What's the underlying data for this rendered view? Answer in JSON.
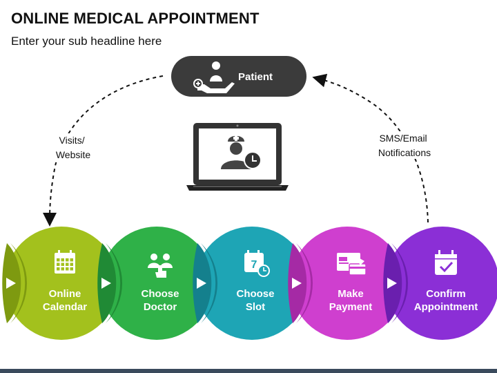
{
  "title": "ONLINE MEDICAL APPOINTMENT",
  "subtitle": "Enter your sub headline here",
  "patient_label": "Patient",
  "left_arrow_label": [
    "Visits/",
    "Website"
  ],
  "right_arrow_label": [
    "SMS/Email",
    "Notifications"
  ],
  "steps": [
    {
      "lines": [
        "Online",
        "Calendar"
      ],
      "color": "#a3c11d",
      "shade": "#7e9a10",
      "icon": "calendar-grid-icon"
    },
    {
      "lines": [
        "Choose",
        "Doctor"
      ],
      "color": "#2fb148",
      "shade": "#208a35",
      "icon": "doctors-pointer-icon"
    },
    {
      "lines": [
        "Choose",
        "Slot"
      ],
      "color": "#1ea5b5",
      "shade": "#14808d",
      "icon": "calendar-clock-icon"
    },
    {
      "lines": [
        "Make",
        "Payment"
      ],
      "color": "#cf3fcf",
      "shade": "#a52aa5",
      "icon": "payment-card-icon"
    },
    {
      "lines": [
        "Confirm",
        "Appointment"
      ],
      "color": "#8b2fd6",
      "shade": "#6a1fae",
      "icon": "calendar-check-icon"
    }
  ],
  "colors": {
    "pill": "#3b3b3b",
    "bar": "#3a4a5c"
  }
}
